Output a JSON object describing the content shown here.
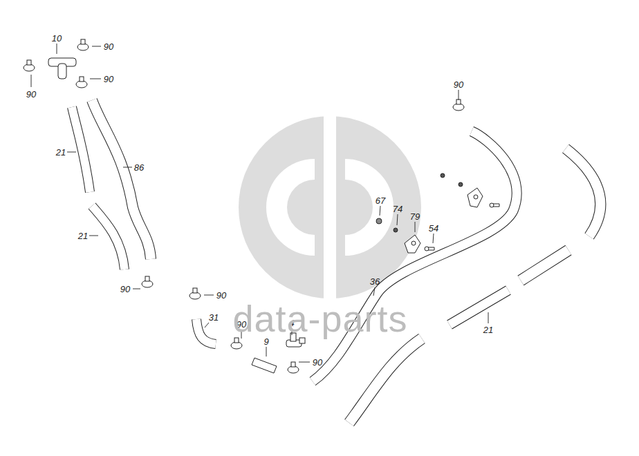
{
  "diagram": {
    "labels": [
      "10",
      "90",
      "90",
      "90",
      "21",
      "86",
      "21",
      "90",
      "90",
      "31",
      "90",
      "4",
      "9",
      "90",
      "36",
      "67",
      "74",
      "79",
      "54",
      "90",
      "21",
      "data-parts"
    ]
  }
}
